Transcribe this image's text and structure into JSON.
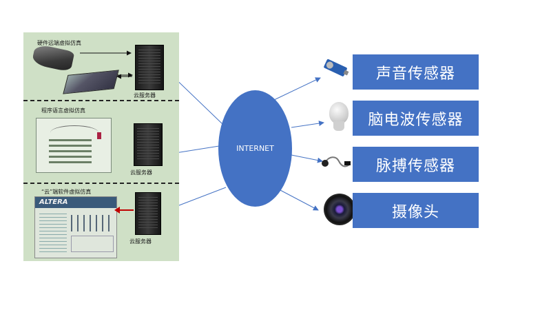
{
  "center": {
    "label": "INTERNET"
  },
  "left_panel": {
    "sections": [
      {
        "title": "硬件远端虚拟仿真",
        "server_label": "云服务器"
      },
      {
        "title": "程序语言虚拟仿真",
        "server_label": "云服务器"
      },
      {
        "title": "“云”端软件虚拟仿真",
        "server_label": "云服务器"
      }
    ],
    "software_logo": "ALTERA"
  },
  "sensors": [
    {
      "label": "声音传感器",
      "icon": "sound-sensor-module-icon"
    },
    {
      "label": "脑电波传感器",
      "icon": "head-silhouette-icon"
    },
    {
      "label": "脉搏传感器",
      "icon": "pulse-sensor-cable-icon"
    },
    {
      "label": "摄像头",
      "icon": "camera-lens-icon"
    }
  ],
  "colors": {
    "box": "#4472c4",
    "panel": "#cfe0c6",
    "arrow_red": "#c00000"
  }
}
